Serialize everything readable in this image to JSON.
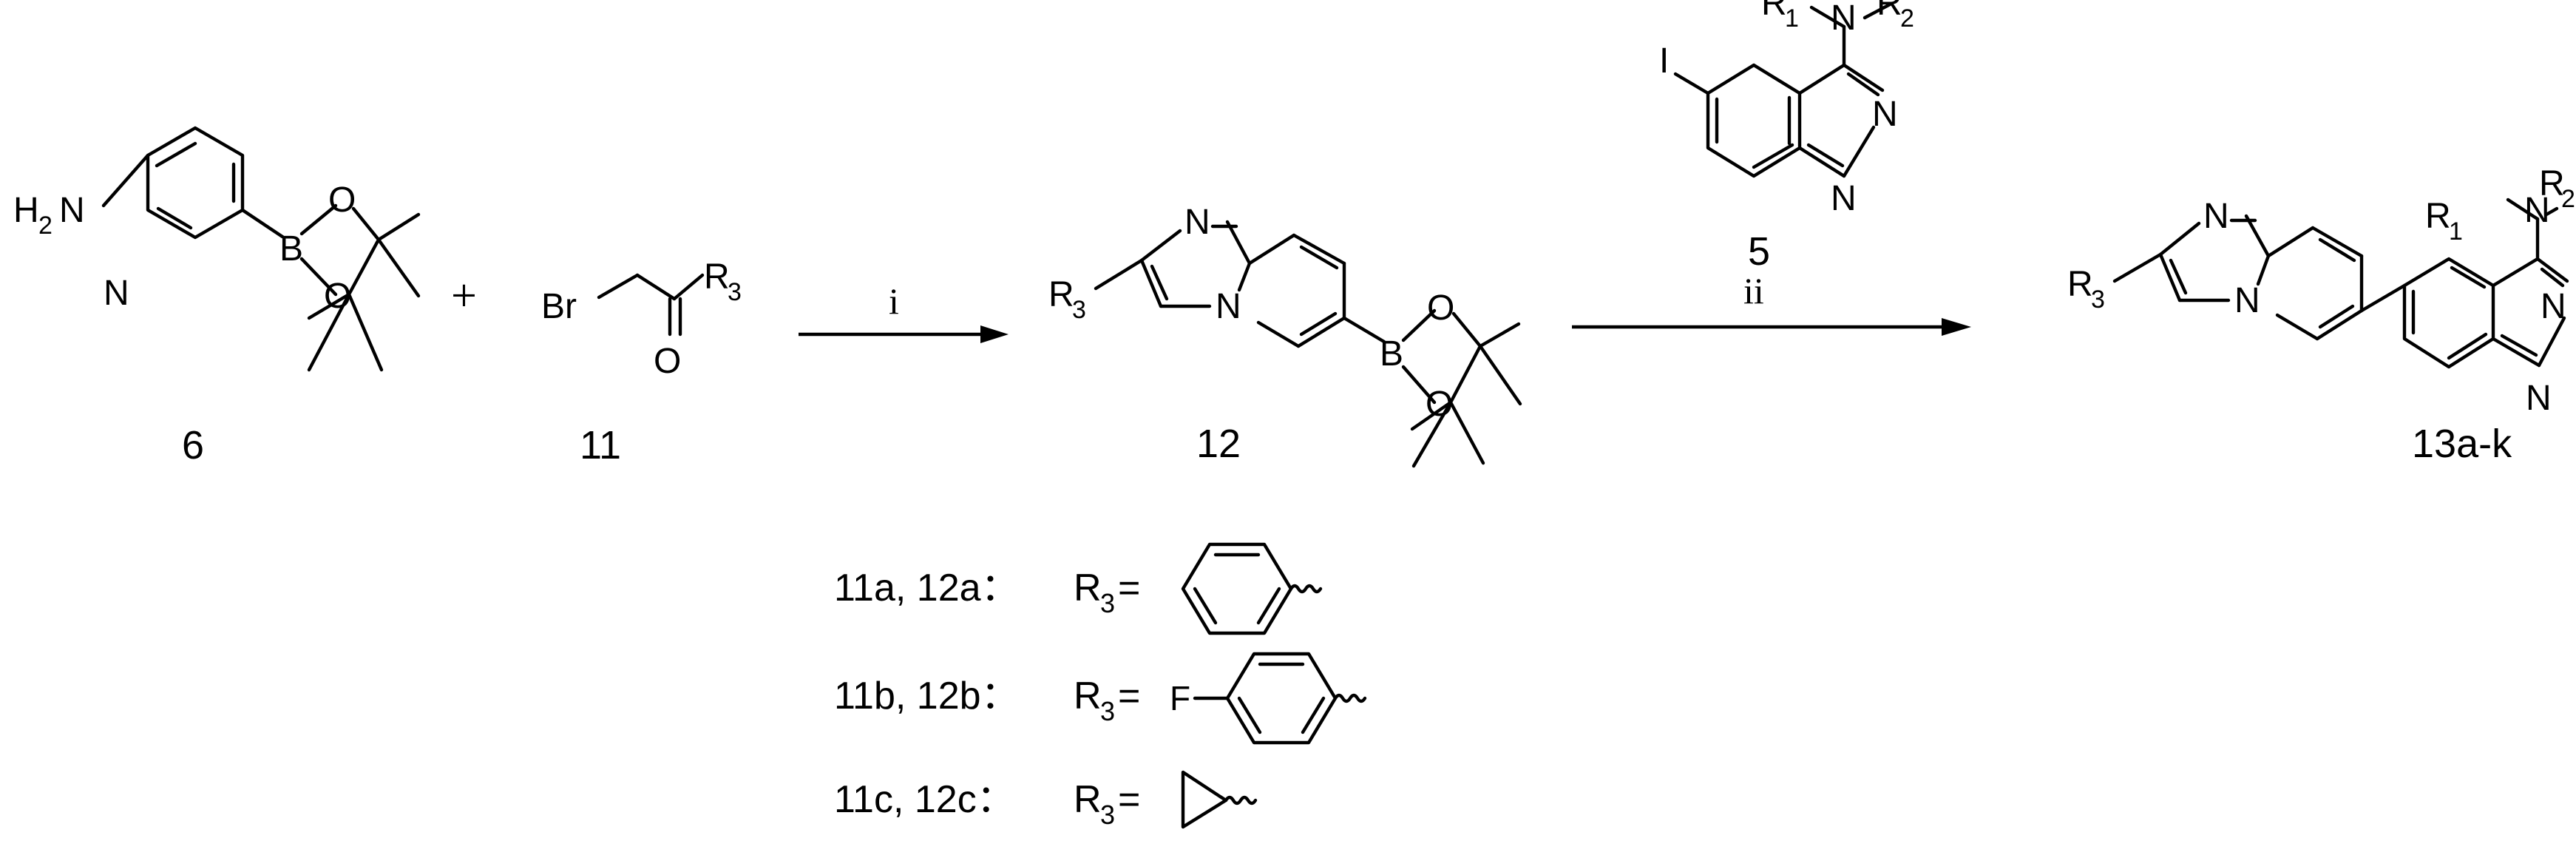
{
  "compounds": {
    "c6": {
      "label": "6",
      "nh2_h": "H",
      "nh2_sub": "2",
      "nh2_n": "N",
      "ring_n": "N",
      "boron": "B",
      "ox1": "O",
      "ox2": "O"
    },
    "c11": {
      "label": "11",
      "br": "Br",
      "r": "R",
      "r_sub": "3",
      "oxygen": "O"
    },
    "c12": {
      "label": "12",
      "r": "R",
      "r_sub": "3",
      "n_top": "N",
      "n_bridge": "N",
      "boron": "B",
      "ox1": "O",
      "ox2": "O"
    },
    "c5": {
      "label": "5",
      "iodo": "I",
      "r1": "R",
      "r1_sub": "1",
      "amine_n": "N",
      "r2": "R",
      "r2_sub": "2",
      "n3": "N",
      "n1": "N"
    },
    "c13": {
      "label": "13a-k",
      "r3": "R",
      "r3_sub": "3",
      "n_top": "N",
      "n_bridge": "N",
      "r1": "R",
      "r1_sub": "1",
      "amine_n": "N",
      "r2": "R",
      "r2_sub": "2",
      "n3": "N",
      "n1": "N"
    }
  },
  "operators": {
    "plus": "+"
  },
  "arrows": {
    "step1_label": "i",
    "step2_label": "ii"
  },
  "substituents": [
    {
      "compounds": "11a, 12a：",
      "r": "R",
      "r_sub": "3",
      "eq": "="
    },
    {
      "compounds": "11b, 12b：",
      "r": "R",
      "r_sub": "3",
      "eq": "=",
      "fluoro": "F"
    },
    {
      "compounds": "11c, 12c：",
      "r": "R",
      "r_sub": "3",
      "eq": "="
    }
  ]
}
